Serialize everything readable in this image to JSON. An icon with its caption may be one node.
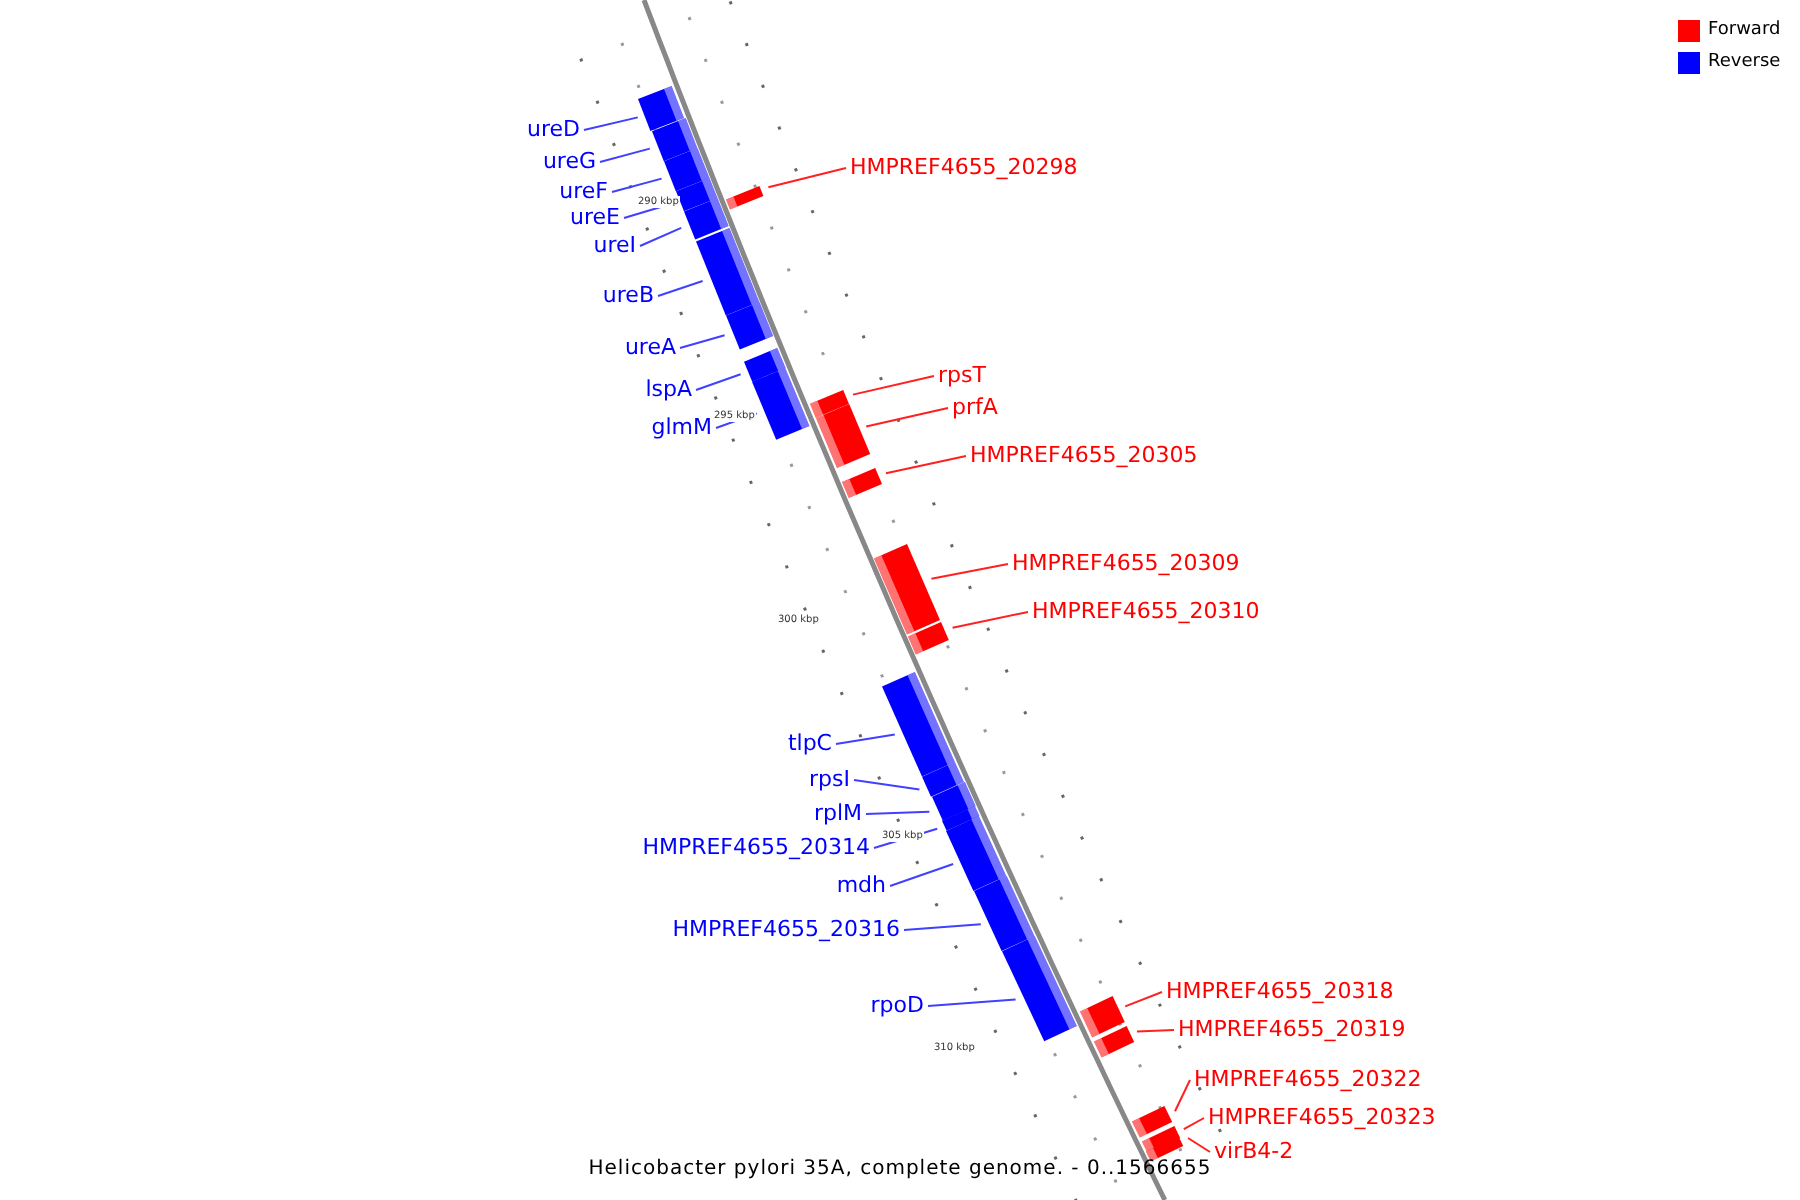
{
  "diagram": {
    "caption": "Helicobacter pylori 35A, complete genome. - 0..1566655",
    "nodes": [
      {
        "text": [
          "ureD"
        ]
      },
      {
        "text": [],
        "shape": "bar"
      },
      {
        "text": [
          "ureG"
        ]
      },
      {
        "text": [],
        "shape": "bar"
      },
      {
        "text": [
          "HMPREF4655_20298"
        ]
      },
      {
        "text": [],
        "shape": "bar"
      },
      {
        "text": [
          "ureF"
        ]
      },
      {
        "text": [],
        "shape": "bar"
      },
      {
        "text": [
          "ureE"
        ]
      },
      {
        "text": [],
        "shape": "bar"
      },
      {
        "text": [
          "ureI"
        ]
      },
      {
        "text": [],
        "shape": "bar"
      },
      {
        "text": [
          "ureB"
        ]
      },
      {
        "text": [],
        "shape": "bar"
      },
      {
        "text": [
          "ureA"
        ]
      },
      {
        "text": [],
        "shape": "bar"
      },
      {
        "text": [
          "rpsT"
        ]
      },
      {
        "text": [],
        "shape": "bar"
      },
      {
        "text": [
          "lspA"
        ]
      },
      {
        "text": [],
        "shape": "bar"
      },
      {
        "text": [
          "prfA"
        ]
      },
      {
        "text": [],
        "shape": "bar"
      },
      {
        "text": [
          "glmM"
        ]
      },
      {
        "text": [],
        "shape": "bar"
      },
      {
        "text": [
          "HMPREF4655_20305"
        ]
      },
      {
        "text": [],
        "shape": "bar"
      },
      {
        "text": [
          "HMPREF4655_20309"
        ]
      },
      {
        "text": [],
        "shape": "bar"
      },
      {
        "text": [
          "HMPREF4655_20310"
        ]
      },
      {
        "text": [],
        "shape": "bar"
      },
      {
        "text": [
          "tlpC"
        ]
      },
      {
        "text": [],
        "shape": "bar"
      },
      {
        "text": [
          "rpsI"
        ]
      },
      {
        "text": [],
        "shape": "bar"
      },
      {
        "text": [
          "rplM"
        ]
      },
      {
        "text": [],
        "shape": "bar"
      },
      {
        "text": [
          "HMPREF4655_20314"
        ]
      },
      {
        "text": [],
        "shape": "bar"
      },
      {
        "text": [
          "mdh"
        ]
      },
      {
        "text": [],
        "shape": "bar"
      },
      {
        "text": [
          "HMPREF4655_20316"
        ]
      },
      {
        "text": [],
        "shape": "bar"
      },
      {
        "text": [
          "HMPREF4655_20318"
        ]
      },
      {
        "text": [],
        "shape": "bar"
      },
      {
        "text": [
          "rpoD"
        ]
      },
      {
        "text": [],
        "shape": "bar"
      },
      {
        "text": [
          "HMPREF4655_20319"
        ]
      },
      {
        "text": [],
        "shape": "bar"
      },
      {
        "text": [
          "HMPREF4655_20322"
        ]
      },
      {
        "text": [],
        "shape": "bar"
      },
      {
        "text": [
          "HMPREF4655_20323"
        ]
      },
      {
        "text": [],
        "shape": "bar"
      },
      {
        "text": [
          "virB4-2"
        ]
      },
      {
        "text": [],
        "shape": "bar"
      }
    ],
    "edges": [
      {
        "from": 0,
        "to": 1,
        "arrow": "none",
        "color": "#4040ff"
      },
      {
        "from": 2,
        "to": 3,
        "arrow": "none",
        "color": "#4040ff"
      },
      {
        "from": 4,
        "to": 5,
        "arrow": "none",
        "color": "#ff2020"
      },
      {
        "from": 6,
        "to": 7,
        "arrow": "none",
        "color": "#4040ff"
      },
      {
        "from": 8,
        "to": 9,
        "arrow": "none",
        "color": "#4040ff"
      },
      {
        "from": 10,
        "to": 11,
        "arrow": "none",
        "color": "#4040ff"
      },
      {
        "from": 12,
        "to": 13,
        "arrow": "none",
        "color": "#4040ff"
      },
      {
        "from": 14,
        "to": 15,
        "arrow": "none",
        "color": "#4040ff"
      },
      {
        "from": 16,
        "to": 17,
        "arrow": "none",
        "color": "#ff2020"
      },
      {
        "from": 18,
        "to": 19,
        "arrow": "none",
        "color": "#4040ff"
      },
      {
        "from": 20,
        "to": 21,
        "arrow": "none",
        "color": "#ff2020"
      },
      {
        "from": 22,
        "to": 23,
        "arrow": "none",
        "color": "#4040ff"
      },
      {
        "from": 24,
        "to": 25,
        "arrow": "none",
        "color": "#ff2020"
      },
      {
        "from": 26,
        "to": 27,
        "arrow": "none",
        "color": "#ff2020"
      },
      {
        "from": 28,
        "to": 29,
        "arrow": "none",
        "color": "#ff2020"
      },
      {
        "from": 30,
        "to": 31,
        "arrow": "none",
        "color": "#4040ff"
      },
      {
        "from": 32,
        "to": 33,
        "arrow": "none",
        "color": "#4040ff"
      },
      {
        "from": 34,
        "to": 35,
        "arrow": "none",
        "color": "#4040ff"
      },
      {
        "from": 36,
        "to": 37,
        "arrow": "none",
        "color": "#4040ff"
      },
      {
        "from": 38,
        "to": 39,
        "arrow": "none",
        "color": "#4040ff"
      },
      {
        "from": 40,
        "to": 41,
        "arrow": "none",
        "color": "#4040ff"
      },
      {
        "from": 42,
        "to": 43,
        "arrow": "none",
        "color": "#ff2020"
      },
      {
        "from": 44,
        "to": 45,
        "arrow": "none",
        "color": "#4040ff"
      },
      {
        "from": 46,
        "to": 47,
        "arrow": "none",
        "color": "#ff2020"
      },
      {
        "from": 48,
        "to": 49,
        "arrow": "none",
        "color": "#ff2020"
      },
      {
        "from": 50,
        "to": 51,
        "arrow": "none",
        "color": "#ff2020"
      },
      {
        "from": 52,
        "to": 53,
        "arrow": "none",
        "color": "#ff2020"
      }
    ],
    "labels": [
      "290 kbp",
      "295 kbp",
      "300 kbp",
      "305 kbp",
      "310 kbp"
    ],
    "legend": [
      {
        "text": "Forward",
        "color": "#ff0000"
      },
      {
        "text": "Reverse",
        "color": "#0000ff"
      }
    ]
  }
}
